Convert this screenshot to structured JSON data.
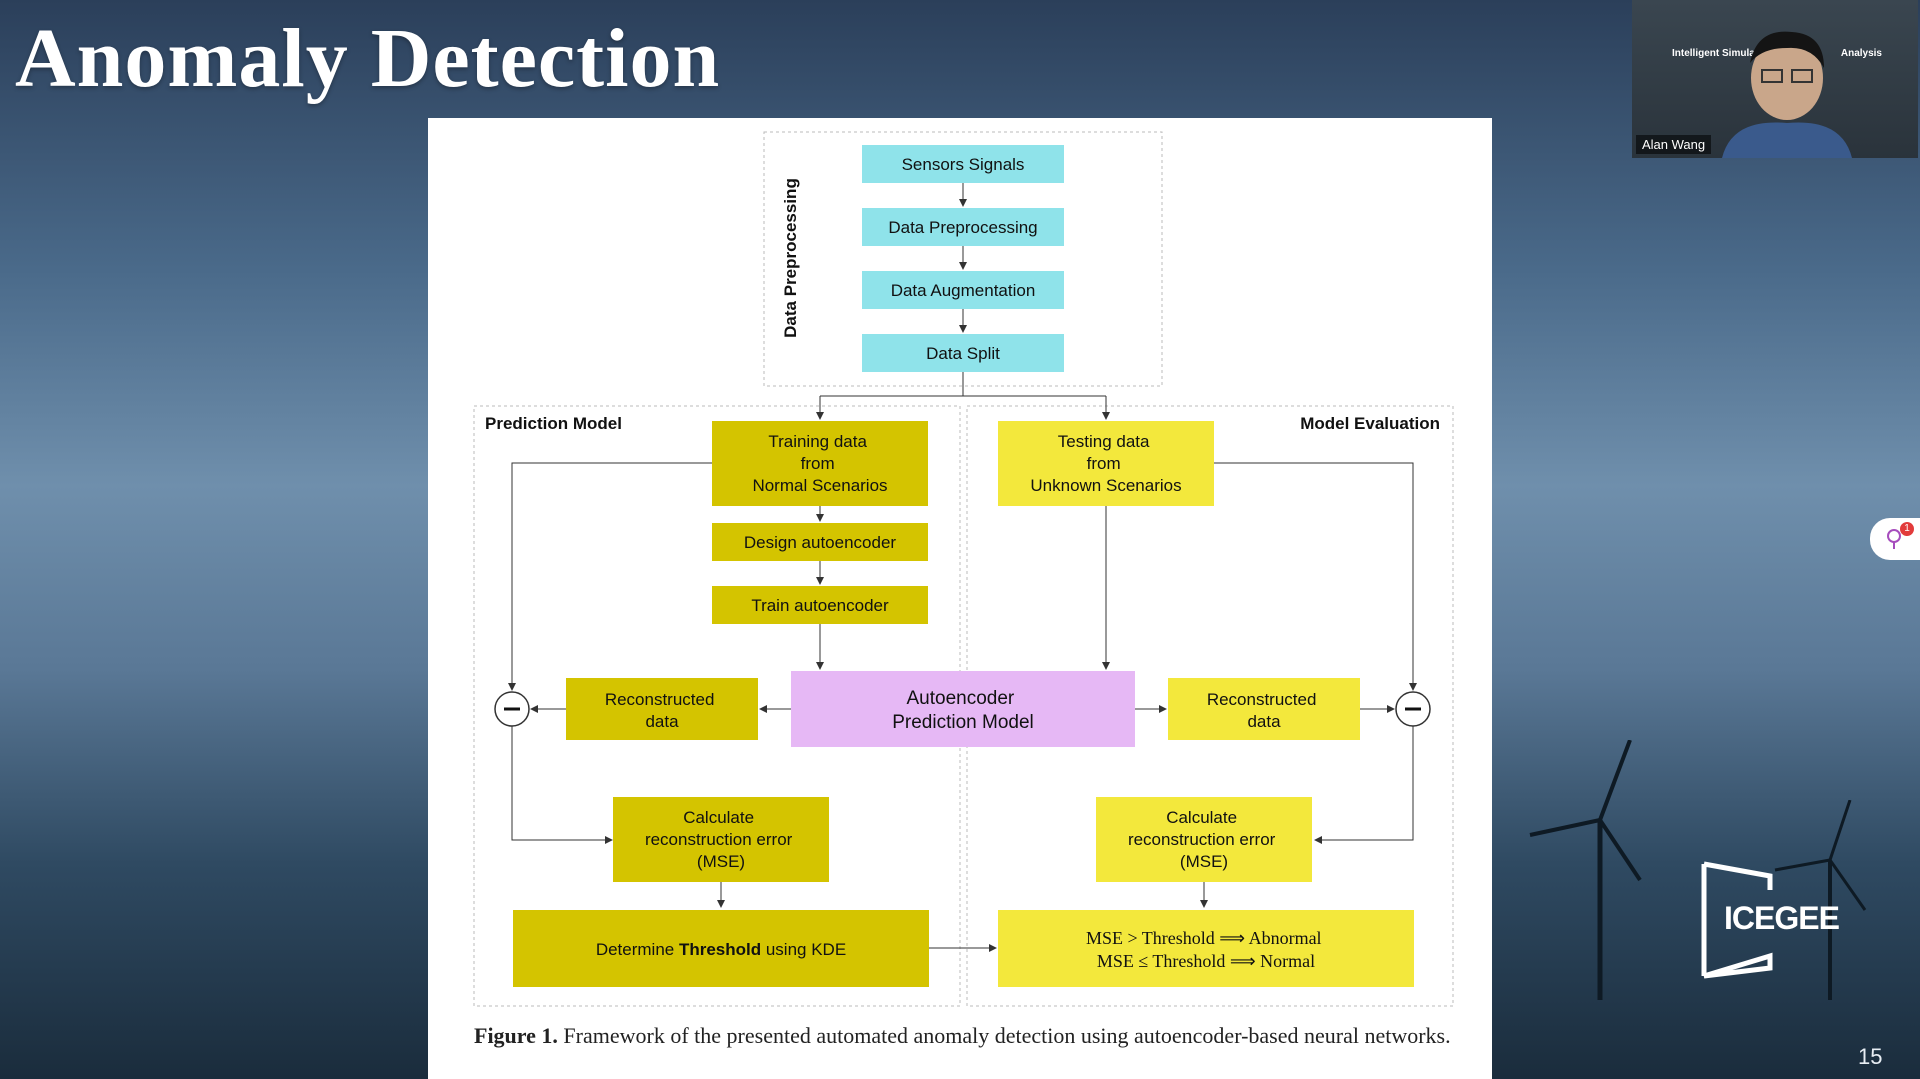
{
  "slide": {
    "title": "Anomaly Detection",
    "page_number": "15",
    "logo_text": "ICEGEE"
  },
  "video": {
    "participant_name": "Alan Wang",
    "shared_text_left": "Intelligent Simulatio",
    "shared_text_right": "Analysis"
  },
  "notification": {
    "count": "1"
  },
  "figure": {
    "section_labels": {
      "preprocessing": "Data Preprocessing",
      "prediction_model": "Prediction Model",
      "model_evaluation": "Model Evaluation"
    },
    "boxes": {
      "sensors_signals": "Sensors Signals",
      "data_preprocessing": "Data Preprocessing",
      "data_augmentation": "Data Augmentation",
      "data_split": "Data Split",
      "training_data": [
        "Training data",
        "from",
        "Normal Scenarios"
      ],
      "testing_data": [
        "Testing data",
        "from",
        "Unknown Scenarios"
      ],
      "design_autoencoder": "Design autoencoder",
      "train_autoencoder": "Train autoencoder",
      "autoencoder_model": [
        "Autoencoder",
        "Prediction Model"
      ],
      "reconstructed_left": [
        "Reconstructed",
        "data"
      ],
      "reconstructed_right": [
        "Reconstructed",
        "data"
      ],
      "calc_error_left": [
        "Calculate",
        "reconstruction error",
        "(MSE)"
      ],
      "calc_error_right": [
        "Calculate",
        "reconstruction error",
        "(MSE)"
      ],
      "threshold_prefix": "Determine ",
      "threshold_bold": "Threshold",
      "threshold_suffix": " using KDE",
      "decision_line1": "MSE > Threshold ⟹ Abnormal",
      "decision_line2": "MSE ≤ Threshold ⟹ Normal"
    },
    "caption_label": "Figure 1.",
    "caption_text": "Framework of the presented automated anomaly detection using autoencoder-based neural networks.",
    "colors": {
      "cyan": "#8fe3ea",
      "olive": "#d4c400",
      "yellow": "#f3e83c",
      "violet": "#e6b8f5"
    }
  }
}
